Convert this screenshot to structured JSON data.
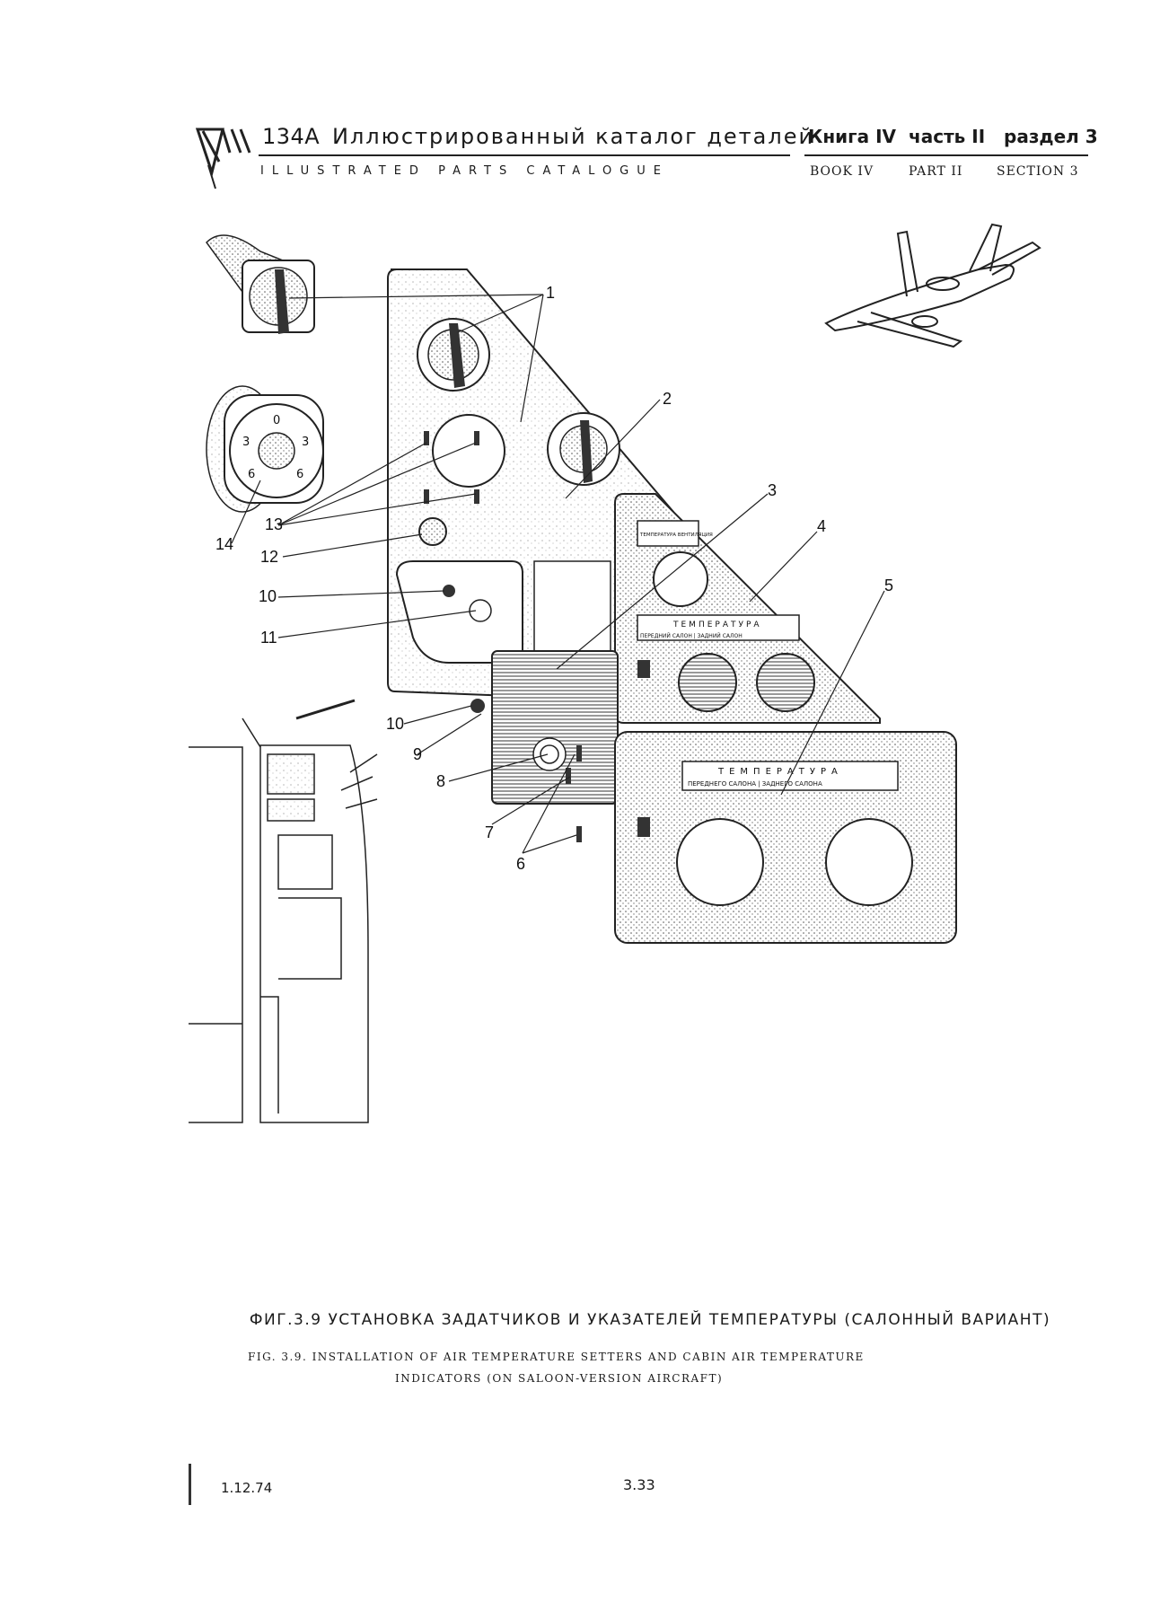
{
  "header": {
    "model": "134A",
    "title_ru": "Иллюстрированный каталог деталей",
    "title_en": "ILLUSTRATED PARTS CATALOGUE",
    "book_ru": "Книга IV",
    "part_ru": "часть II",
    "section_ru": "раздел 3",
    "book_en": "BOOK IV",
    "part_en": "PART II",
    "section_en": "SECTION 3"
  },
  "figure": {
    "callouts": [
      "1",
      "2",
      "3",
      "4",
      "5",
      "6",
      "7",
      "8",
      "9",
      "10",
      "10",
      "11",
      "12",
      "13",
      "14"
    ],
    "gauge_dial": [
      "0",
      "3",
      "3",
      "6",
      "6"
    ],
    "panel4_labels": [
      "ТЕМПЕРАТУРА ВЕНТИЛЯЦИЯ",
      "ТЕМПЕРАТУРА",
      "ПЕРЕДНИЙ САЛОН | ЗАДНИЙ САЛОН"
    ],
    "panel5_labels": [
      "ТЕМПЕРАТУРА",
      "ПЕРЕДНЕГО САЛОНА | ЗАДНЕГО САЛОНА"
    ]
  },
  "caption": {
    "ru": "ФИГ.3.9 УСТАНОВКА ЗАДАТЧИКОВ И УКАЗАТЕЛЕЙ ТЕМПЕРАТУРЫ (САЛОННЫЙ ВАРИАНТ)",
    "en_line1": "FIG. 3.9. INSTALLATION OF AIR TEMPERATURE SETTERS AND CABIN AIR TEMPERATURE",
    "en_line2": "INDICATORS (ON SALOON-VERSION AIRCRAFT)"
  },
  "footer": {
    "date": "1.12.74",
    "page": "3.33"
  }
}
